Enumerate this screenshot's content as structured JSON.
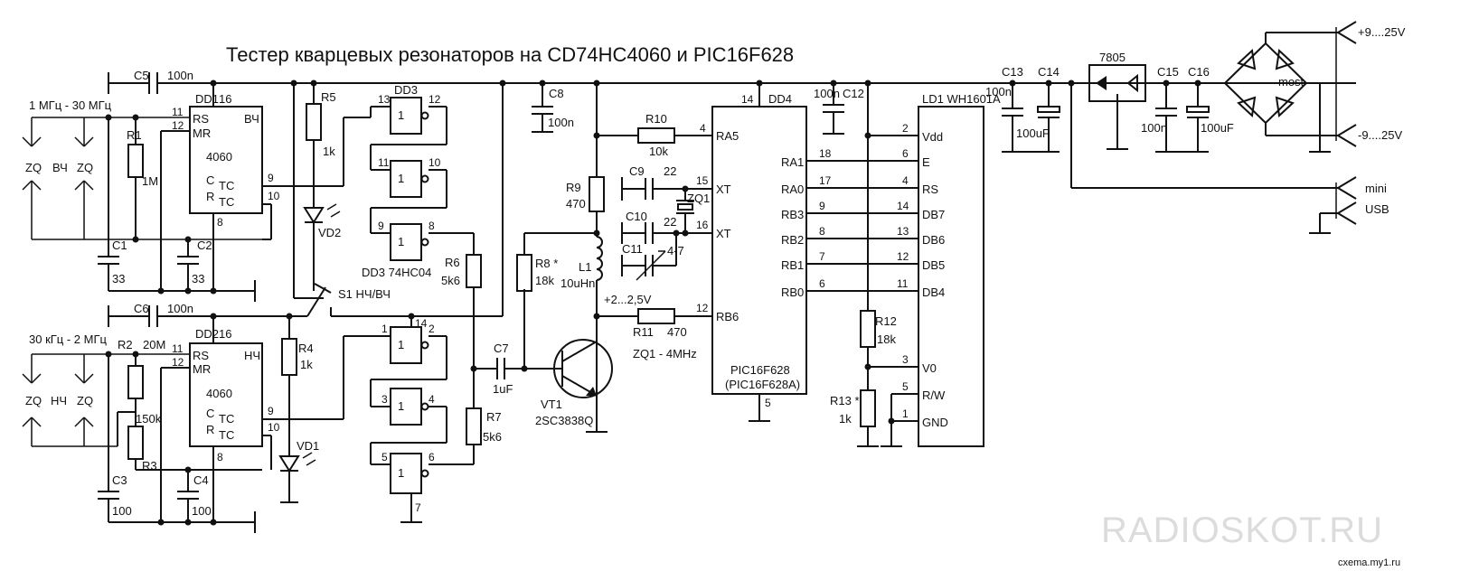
{
  "title": "Тестер кварцевых резонаторов на CD74HC4060 и PIC16F628",
  "watermark": "RADIOSKOT.RU",
  "site_credit": "cxema.my1.ru",
  "ranges": {
    "hf": "1 МГц - 30 МГц",
    "lf": "30 кГц - 2 МГц"
  },
  "sockets": {
    "zq": "ZQ",
    "hf": "ВЧ",
    "lf": "НЧ"
  },
  "dd1": {
    "ref": "DD1",
    "pin_vcc": "16",
    "mode": "ВЧ",
    "rs": "RS",
    "mr": "MR",
    "pin11": "11",
    "pin12": "12",
    "part": "4060",
    "c": "C",
    "r": "R",
    "tc": "TC",
    "pin9": "9",
    "pin10": "10",
    "pin8": "8"
  },
  "dd2": {
    "ref": "DD2",
    "pin_vcc": "16",
    "mode": "НЧ",
    "rs": "RS",
    "mr": "MR",
    "pin11": "11",
    "pin12": "12",
    "part": "4060",
    "c": "C",
    "r": "R",
    "tc": "TC",
    "pin9": "9",
    "pin10": "10",
    "pin8": "8"
  },
  "dd3": {
    "ref": "DD3",
    "full": "DD3 74HC04",
    "gate_symbol": "1",
    "p13": "13",
    "p12": "12",
    "p11": "11",
    "p10": "10",
    "p9": "9",
    "p8": "8",
    "p14": "14",
    "p1": "1",
    "p2": "2",
    "p3": "3",
    "p4": "4",
    "p5": "5",
    "p6": "6",
    "p7": "7"
  },
  "dd4": {
    "ref": "DD4",
    "p14": "14",
    "p4": "4",
    "ra5": "RA5",
    "p15": "15",
    "xt1": "XT",
    "p16": "16",
    "xt2": "XT",
    "p12": "12",
    "rb6": "RB6",
    "ra1": "RA1",
    "ra0": "RA0",
    "rb3": "RB3",
    "rb2": "RB2",
    "rb1": "RB1",
    "rb0": "RB0",
    "p18": "18",
    "p17": "17",
    "p9": "9",
    "p8": "8",
    "p7": "7",
    "p6": "6",
    "part": "PIC16F628",
    "part2": "(PIC16F628A)",
    "p5": "5"
  },
  "lcd": {
    "ref": "LD1 WH1601A",
    "vdd": "Vdd",
    "e": "E",
    "rs": "RS",
    "db7": "DB7",
    "db6": "DB6",
    "db5": "DB5",
    "db4": "DB4",
    "v0": "V0",
    "rw": "R/W",
    "gnd": "GND",
    "p2": "2",
    "p6": "6",
    "p4": "4",
    "p14": "14",
    "p13": "13",
    "p12": "12",
    "p11": "11",
    "p3": "3",
    "p5": "5",
    "p1": "1"
  },
  "components": {
    "c5": "C5",
    "c5v": "100n",
    "c6": "C6",
    "c6v": "100n",
    "r1": "R1",
    "r1v": "1M",
    "c1": "C1",
    "c1v": "33",
    "c2": "C2",
    "c2v": "33",
    "r2": "R2",
    "r2v": "20M",
    "r3": "R3",
    "r3v": "150k",
    "c3": "C3",
    "c3v": "100",
    "c4": "C4",
    "c4v": "100",
    "r5": "R5",
    "r5v": "1k",
    "vd2": "VD2",
    "r4": "R4",
    "r4v": "1k",
    "vd1": "VD1",
    "s1": "S1 НЧ/ВЧ",
    "r6": "R6",
    "r6v": "5k6",
    "r7": "R7",
    "r7v": "5k6",
    "c7": "C7",
    "c7v": "1uF",
    "c8": "C8",
    "c8v": "100n",
    "r10": "R10",
    "r10v": "10k",
    "r9": "R9",
    "r9v": "470",
    "c9": "C9",
    "c9v": "22",
    "zq1": "ZQ1",
    "c10": "C10",
    "c10v": "22",
    "c11": "C11",
    "c11v": "4-7",
    "r8": "R8 *",
    "r8v": "18k",
    "l1": "L1",
    "l1v": "10uHn",
    "bias": "+2...2,5V",
    "r11": "R11",
    "r11v": "470",
    "zq1_note": "ZQ1 - 4MHz",
    "vt1": "VT1",
    "vt1v": "2SC3838Q",
    "c12v": "100n",
    "c12": "C12",
    "r12": "R12",
    "r12v": "18k",
    "r13": "R13 *",
    "r13v": "1k",
    "c13v": "100n",
    "c13": "C13",
    "c14": "C14",
    "c14v": "100uF",
    "reg": "7805",
    "c15": "C15",
    "c15v": "100n",
    "c16": "C16",
    "c16v": "100uF",
    "bridge": "most",
    "in_pos": "+9....25V",
    "in_neg": "-9....25V",
    "usb1": "mini",
    "usb2": "USB"
  }
}
